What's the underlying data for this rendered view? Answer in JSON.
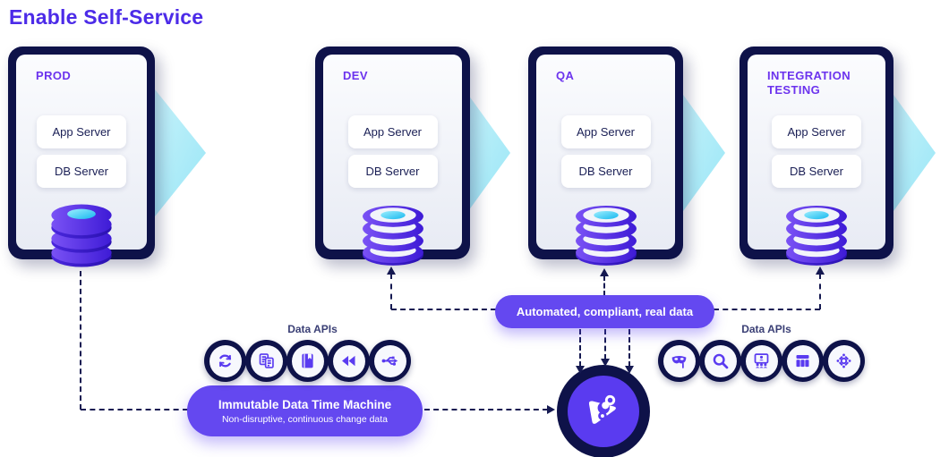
{
  "title": "Enable Self-Service",
  "environments": [
    {
      "name": "PROD",
      "app_server": "App Server",
      "db_server": "DB Server",
      "database": "source-database"
    },
    {
      "name": "DEV",
      "app_server": "App Server",
      "db_server": "DB Server",
      "database": "virtual-database"
    },
    {
      "name": "QA",
      "app_server": "App Server",
      "db_server": "DB Server",
      "database": "virtual-database"
    },
    {
      "name": "INTEGRATION TESTING",
      "app_server": "App Server",
      "db_server": "DB Server",
      "database": "virtual-database"
    }
  ],
  "callouts": {
    "automated_pill": "Automated, compliant, real data",
    "time_machine_title": "Immutable Data Time Machine",
    "time_machine_subtitle": "Non-disruptive, continuous change data"
  },
  "api_clusters": {
    "left": {
      "label": "Data APIs",
      "icons": [
        "refresh-icon",
        "documents-icon",
        "book-icon",
        "rewind-icon",
        "branch-icon"
      ]
    },
    "right": {
      "label": "Data APIs",
      "icons": [
        "mask-icon",
        "search-icon",
        "audience-icon",
        "table-icon",
        "hub-icon"
      ]
    }
  },
  "logo": {
    "name": "delphix-mark"
  },
  "colors": {
    "title_purple": "#4C2BE8",
    "env_label_purple": "#6C33EE",
    "navy": "#0E1249",
    "accent_purple": "#6448F0",
    "icon_purple": "#5A3BF0",
    "cyan_arrow": "#A5E9F7",
    "db_cyan": "#19BFF2"
  }
}
